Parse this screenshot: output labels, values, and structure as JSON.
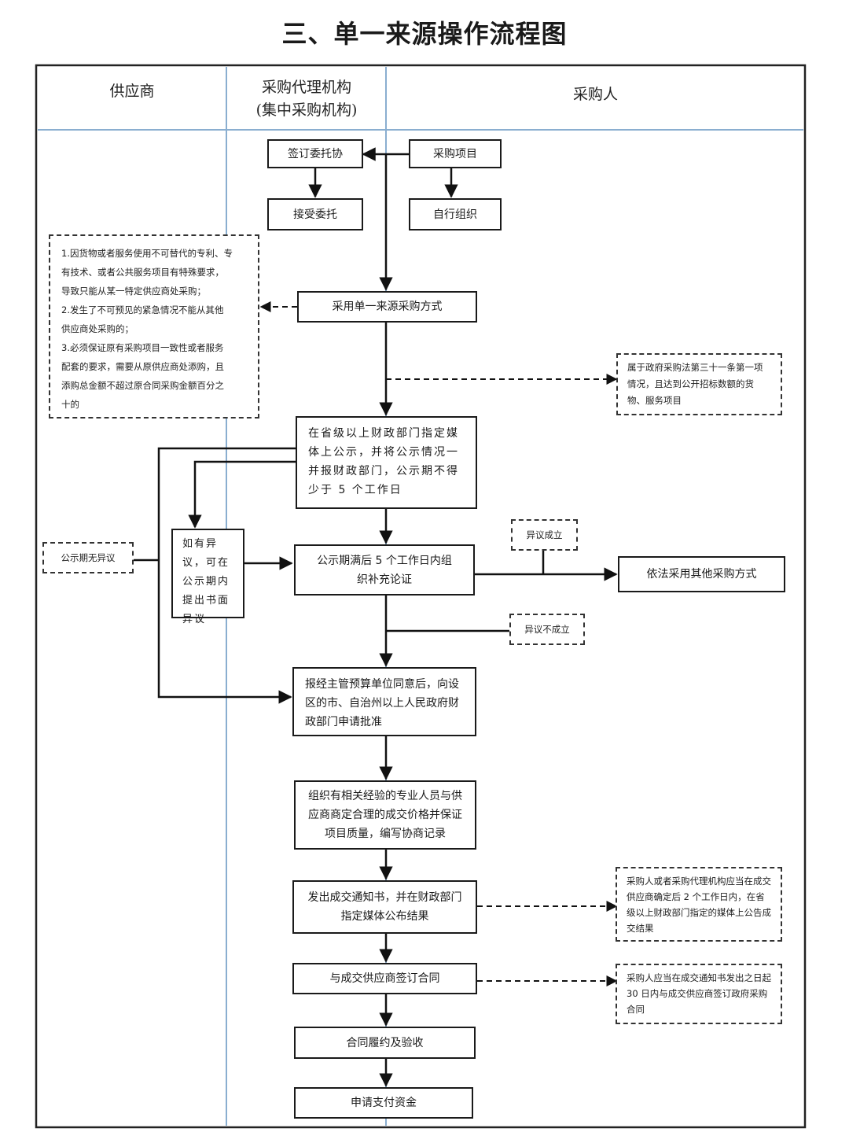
{
  "title": "三、单一来源操作流程图",
  "lanes": {
    "supplier": "供应商",
    "agency_line1": "采购代理机构",
    "agency_line2": "(集中采购机构)",
    "purchaser": "采购人"
  },
  "nodes": {
    "sign_entrust": "签订委托协",
    "purchase_project": "采购项目",
    "accept_entrust": "接受委托",
    "self_organize": "自行组织",
    "adopt_single_source": "采用单一来源采购方式",
    "publicize": "在省级以上财政部门指定媒体上公示，并将公示情况一并报财政部门，公示期不得少于 5 个工作日",
    "objection": "如有异议，可在公示期内提出书面异议",
    "supplementary_review": "公示期满后 5 个工作日内组织补充论证",
    "other_method": "依法采用其他采购方式",
    "apply_approval": "报经主管预算单位同意后，向设区的市、自治州以上人民政府财政部门申请批准",
    "negotiate": "组织有相关经验的专业人员与供应商商定合理的成交价格并保证项目质量，编写协商记录",
    "issue_notice": "发出成交通知书，并在财政部门指定媒体公布结果",
    "sign_contract": "与成交供应商签订合同",
    "acceptance": "合同履约及验收",
    "apply_payment": "申请支付资金"
  },
  "notes": {
    "conditions": [
      "1.因货物或者服务使用不可替代的专利、专",
      "有技术、或者公共服务项目有特殊要求，",
      "导致只能从某一特定供应商处采购；",
      "2.发生了不可预见的紧急情况不能从其他",
      "供应商处采购的；",
      "3.必须保证原有采购项目一致性或者服务",
      "配套的要求，需要从原供应商处添购，且",
      "添购总金额不超过原合同采购金额百分之",
      "十的"
    ],
    "article31": "属于政府采购法第三十一条第一项情况，且达到公开招标数额的货物、服务项目",
    "no_objection": "公示期无异议",
    "objection_valid": "异议成立",
    "objection_invalid": "异议不成立",
    "announce_result": "采购人或者采购代理机构应当在成交供应商确定后 2 个工作日内，在省级以上财政部门指定的媒体上公告成交结果",
    "contract_deadline": "采购人应当在成交通知书发出之日起 30 日内与成交供应商签订政府采购合同"
  },
  "colors": {
    "lane_divider": "#8aaed0",
    "border": "#1a1a1a"
  }
}
